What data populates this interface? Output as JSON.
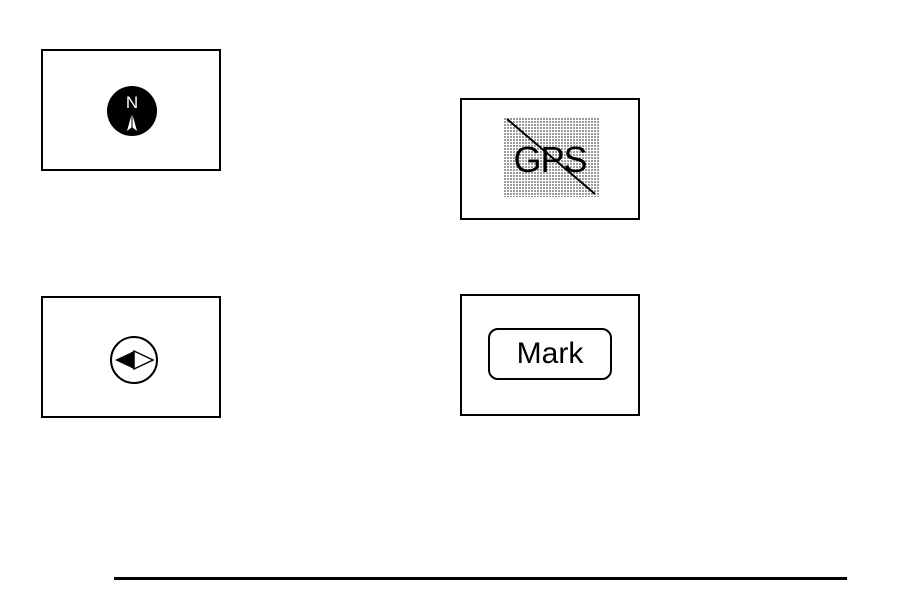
{
  "icons": {
    "north_up": {
      "name": "north-up-compass-icon",
      "letter": "N"
    },
    "gps_unavailable": {
      "name": "gps-unavailable-icon",
      "text": "GPS"
    },
    "heading_up": {
      "name": "heading-up-compass-icon"
    },
    "mark": {
      "name": "mark-button-icon",
      "label": "Mark"
    }
  },
  "colors": {
    "ink": "#000000",
    "paper": "#ffffff",
    "screen": "#d9d9d9"
  }
}
